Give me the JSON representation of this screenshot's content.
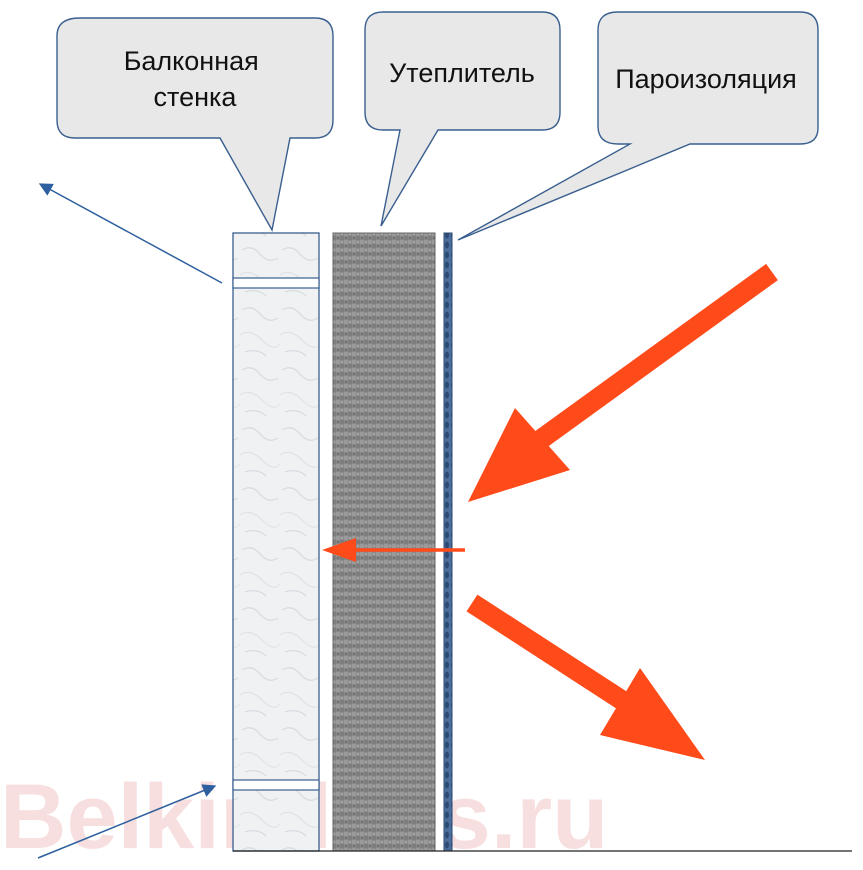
{
  "callouts": {
    "balcony_wall": [
      "Балконная",
      "стенка"
    ],
    "insulation": "Утеплитель",
    "vapor_barrier": "Пароизоляция"
  },
  "watermark": "Belkin-labs.ru",
  "colors": {
    "bubble_fill": "#e8e8e8",
    "bubble_stroke": "#3a5f8f",
    "arrow_red": "#ff4a1a",
    "arrow_blue": "#2e5f9e",
    "insulation_fill": "#8c8c8c",
    "wall_fill": "#eef0f2",
    "vapor_fill": "#3d5f8e"
  }
}
